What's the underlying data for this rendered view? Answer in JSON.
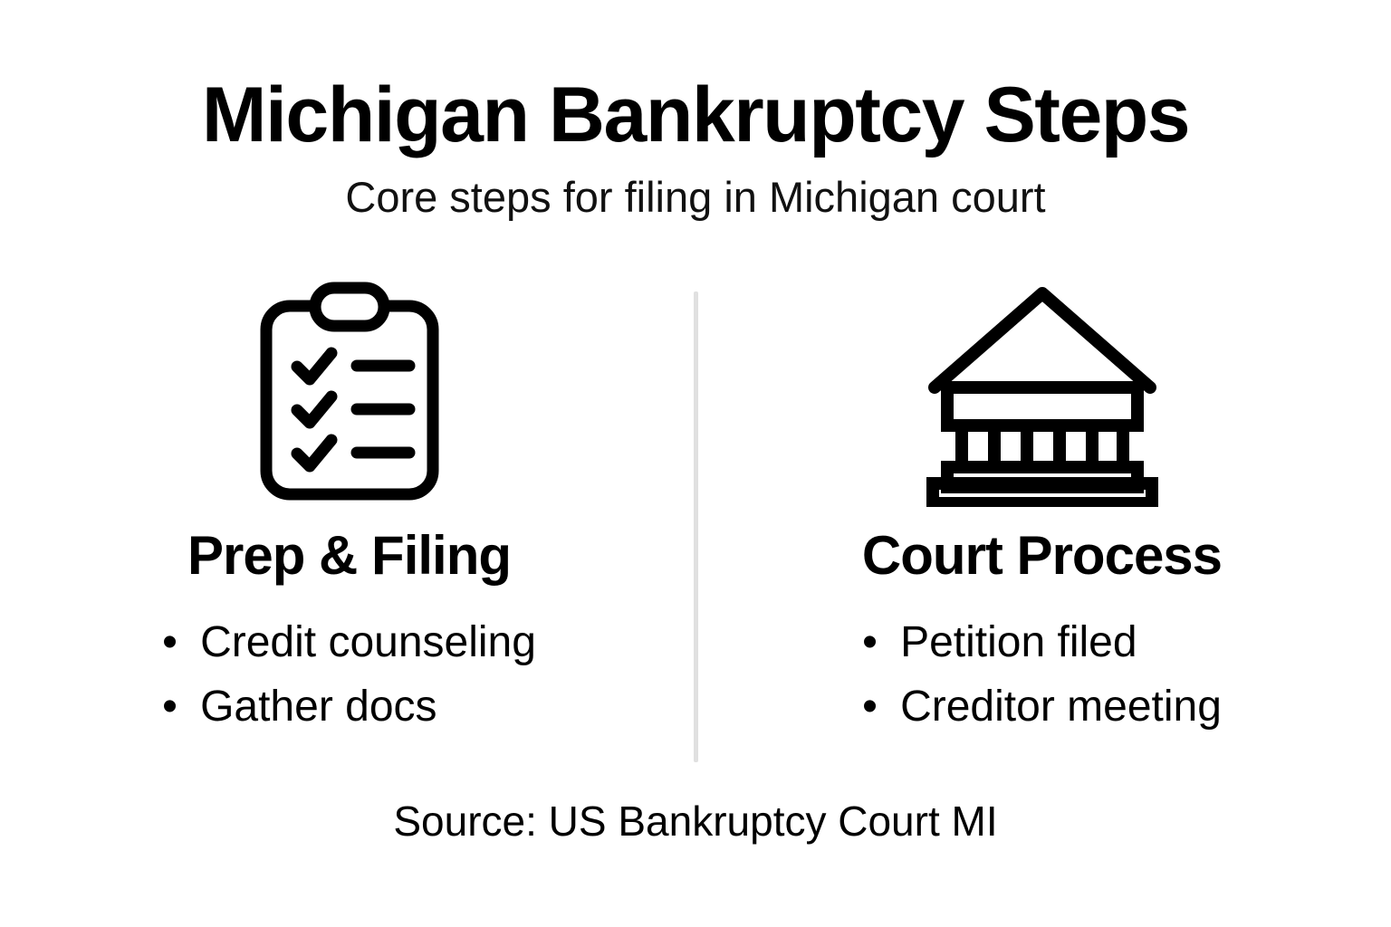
{
  "header": {
    "title": "Michigan Bankruptcy Steps",
    "subtitle": "Core steps for filing in Michigan court"
  },
  "panels": [
    {
      "icon": "clipboard-checklist-icon",
      "heading": "Prep & Filing",
      "bullet_marker": "•",
      "bullets": [
        "Credit counseling",
        "Gather docs"
      ]
    },
    {
      "icon": "courthouse-icon",
      "heading": "Court Process",
      "bullet_marker": "•",
      "bullets": [
        "Petition filed",
        "Creditor meeting"
      ]
    }
  ],
  "footer": {
    "source": "Source: US Bankruptcy Court MI"
  },
  "colors": {
    "background": "#ffffff",
    "text": "#000000",
    "icon_stroke": "#000000",
    "divider": "#e0e0e0"
  }
}
